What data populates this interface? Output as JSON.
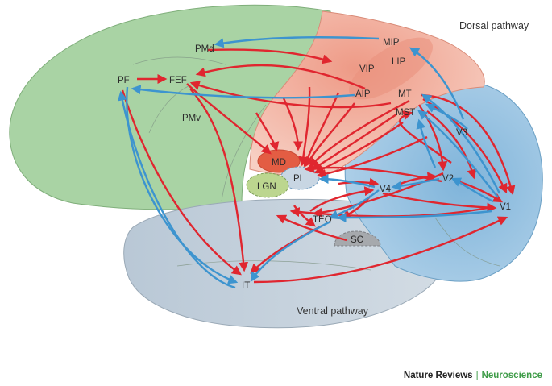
{
  "labels": {
    "dorsal": "Dorsal pathway",
    "ventral": "Ventral pathway",
    "pmd": "PMd",
    "pmv": "PMv",
    "pf": "PF",
    "fef": "FEF",
    "mip": "MIP",
    "vip": "VIP",
    "lip": "LIP",
    "aip": "AIP",
    "mt": "MT",
    "mst": "MST",
    "v3": "V3",
    "md": "MD",
    "pl": "PL",
    "lgn": "LGN",
    "v4": "V4",
    "v2": "V2",
    "v1": "V1",
    "teo": "TEO",
    "sc": "SC",
    "it": "IT"
  },
  "credit": {
    "journal": "Nature Reviews",
    "separator": "|",
    "field": "Neuroscience"
  },
  "colors": {
    "frontal": "#a9d3a4",
    "parietal": "#f2b3a3",
    "occipital": "#8fbfdf",
    "temporal": "#c3d0dc",
    "feedforward_arrow": "#e0262f",
    "feedback_arrow": "#3d94cf"
  }
}
